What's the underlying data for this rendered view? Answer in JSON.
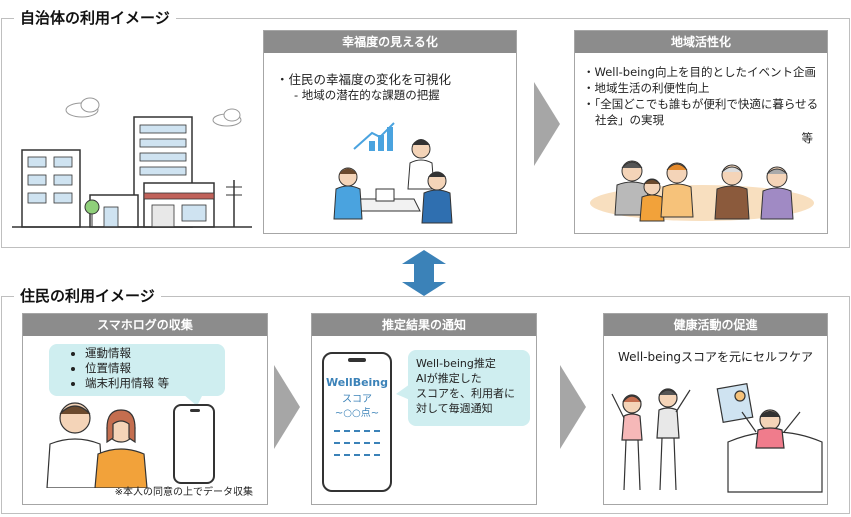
{
  "municipal": {
    "section_title": "自治体の利用イメージ",
    "panel1": {
      "title": "幸福度の見える化",
      "line1": "・住民の幸福度の変化を可視化",
      "line2": "- 地域の潜在的な課題の把握"
    },
    "panel2": {
      "title": "地域活性化",
      "line1": "・Well-being向上を目的としたイベント企画",
      "line2": "・地域生活の利便性向上",
      "line3": "・「全国どこでも誰もが便利で快適に暮らせる",
      "line4": "社会」の実現",
      "etc": "等"
    }
  },
  "resident": {
    "section_title": "住民の利用イメージ",
    "panel1": {
      "title": "スマホログの収集",
      "items": [
        "運動情報",
        "位置情報",
        "端末利用情報 等"
      ],
      "note": "※本人の同意の上でデータ収集"
    },
    "panel2": {
      "title": "推定結果の通知",
      "app_name_1": "WellBeing",
      "app_name_2": "スコア",
      "app_score": "~○○点~",
      "bubble_l1": "Well-being推定",
      "bubble_l2": "AIが推定した",
      "bubble_l3": "スコアを、利用者に",
      "bubble_l4": "対して毎週通知"
    },
    "panel3": {
      "title": "健康活動の促進",
      "caption": "Well-beingスコアを元にセルフケア"
    }
  },
  "colors": {
    "header_gray": "#8c8c8c",
    "arrow_gray": "#a6a6a6",
    "bubble": "#cfeef0",
    "updown_arrow": "#3b82b8",
    "chart_blue": "#4aa3df"
  }
}
